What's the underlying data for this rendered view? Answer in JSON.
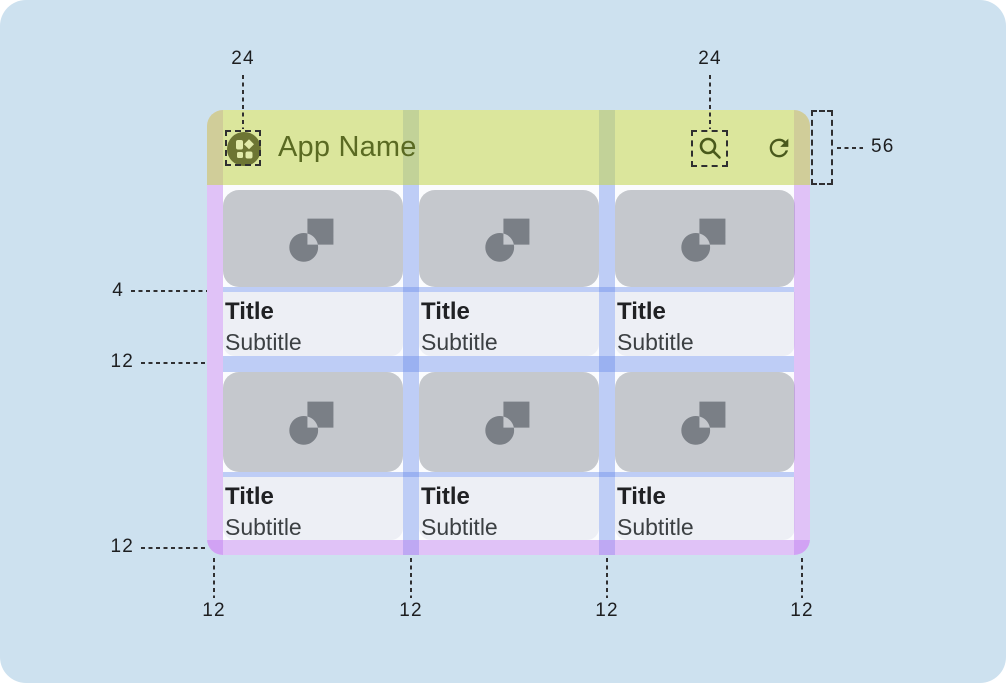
{
  "app": {
    "name": "App Name",
    "icons": {
      "launcher": "app-launcher-icon",
      "search": "search-icon",
      "refresh": "refresh-icon",
      "card_placeholder": "image-placeholder-icon"
    }
  },
  "cards": [
    {
      "title": "Title",
      "subtitle": "Subtitle"
    },
    {
      "title": "Title",
      "subtitle": "Subtitle"
    },
    {
      "title": "Title",
      "subtitle": "Subtitle"
    },
    {
      "title": "Title",
      "subtitle": "Subtitle"
    },
    {
      "title": "Title",
      "subtitle": "Subtitle"
    },
    {
      "title": "Title",
      "subtitle": "Subtitle"
    }
  ],
  "annotations": {
    "top": [
      {
        "value": "24"
      },
      {
        "value": "24"
      }
    ],
    "right": [
      {
        "value": "56"
      }
    ],
    "left": [
      {
        "value": "4"
      },
      {
        "value": "12"
      },
      {
        "value": "12"
      }
    ],
    "bottom": [
      {
        "value": "12"
      },
      {
        "value": "12"
      },
      {
        "value": "12"
      },
      {
        "value": "12"
      }
    ]
  },
  "colors": {
    "page_background": "#cde1ef",
    "appbar_highlight": "#dfe8a1",
    "margin_highlight": "#e0c3f8",
    "gutter_highlight": "#bfcef7",
    "card_image": "#c5c8cd",
    "card_text_background": "#edeff5",
    "appbar_foreground": "#5a6a22"
  }
}
